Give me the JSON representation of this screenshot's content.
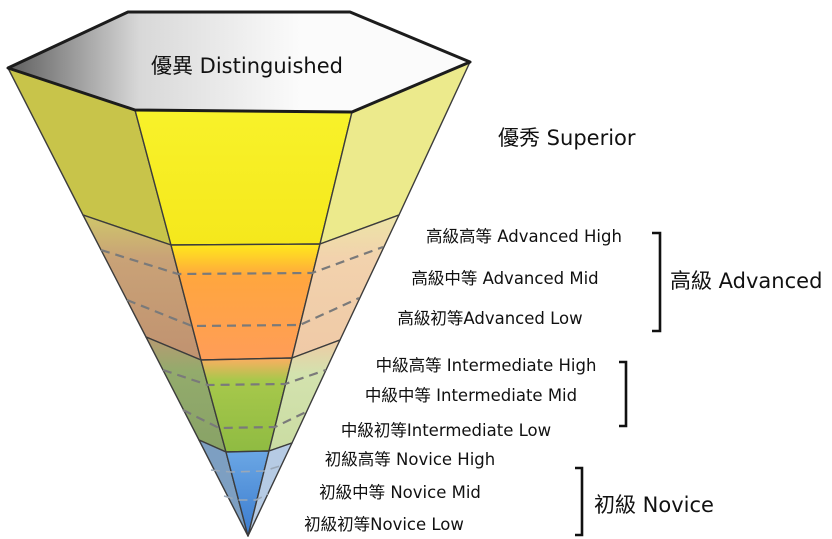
{
  "apex_label": "優異 Distinguished",
  "superior_label": "優秀 Superior",
  "groups": {
    "advanced": {
      "label": "高級 Advanced",
      "sublevels": [
        "高級高等 Advanced High",
        "高級中等 Advanced Mid",
        "高級初等Advanced Low"
      ]
    },
    "intermediate": {
      "sublevels": [
        "中級高等 Intermediate High",
        "中級中等 Intermediate Mid",
        "中級初等Intermediate Low"
      ]
    },
    "novice": {
      "label": "初級 Novice",
      "sublevels": [
        "初級高等 Novice High",
        "初級中等 Novice Mid",
        "初級初等Novice Low"
      ]
    }
  },
  "colors": {
    "superior": "#f7ee1e",
    "advanced": "#ffa04e",
    "intermediate": "#9cc348",
    "novice": "#4a8ed8",
    "top_face": "#f2f2f2"
  }
}
